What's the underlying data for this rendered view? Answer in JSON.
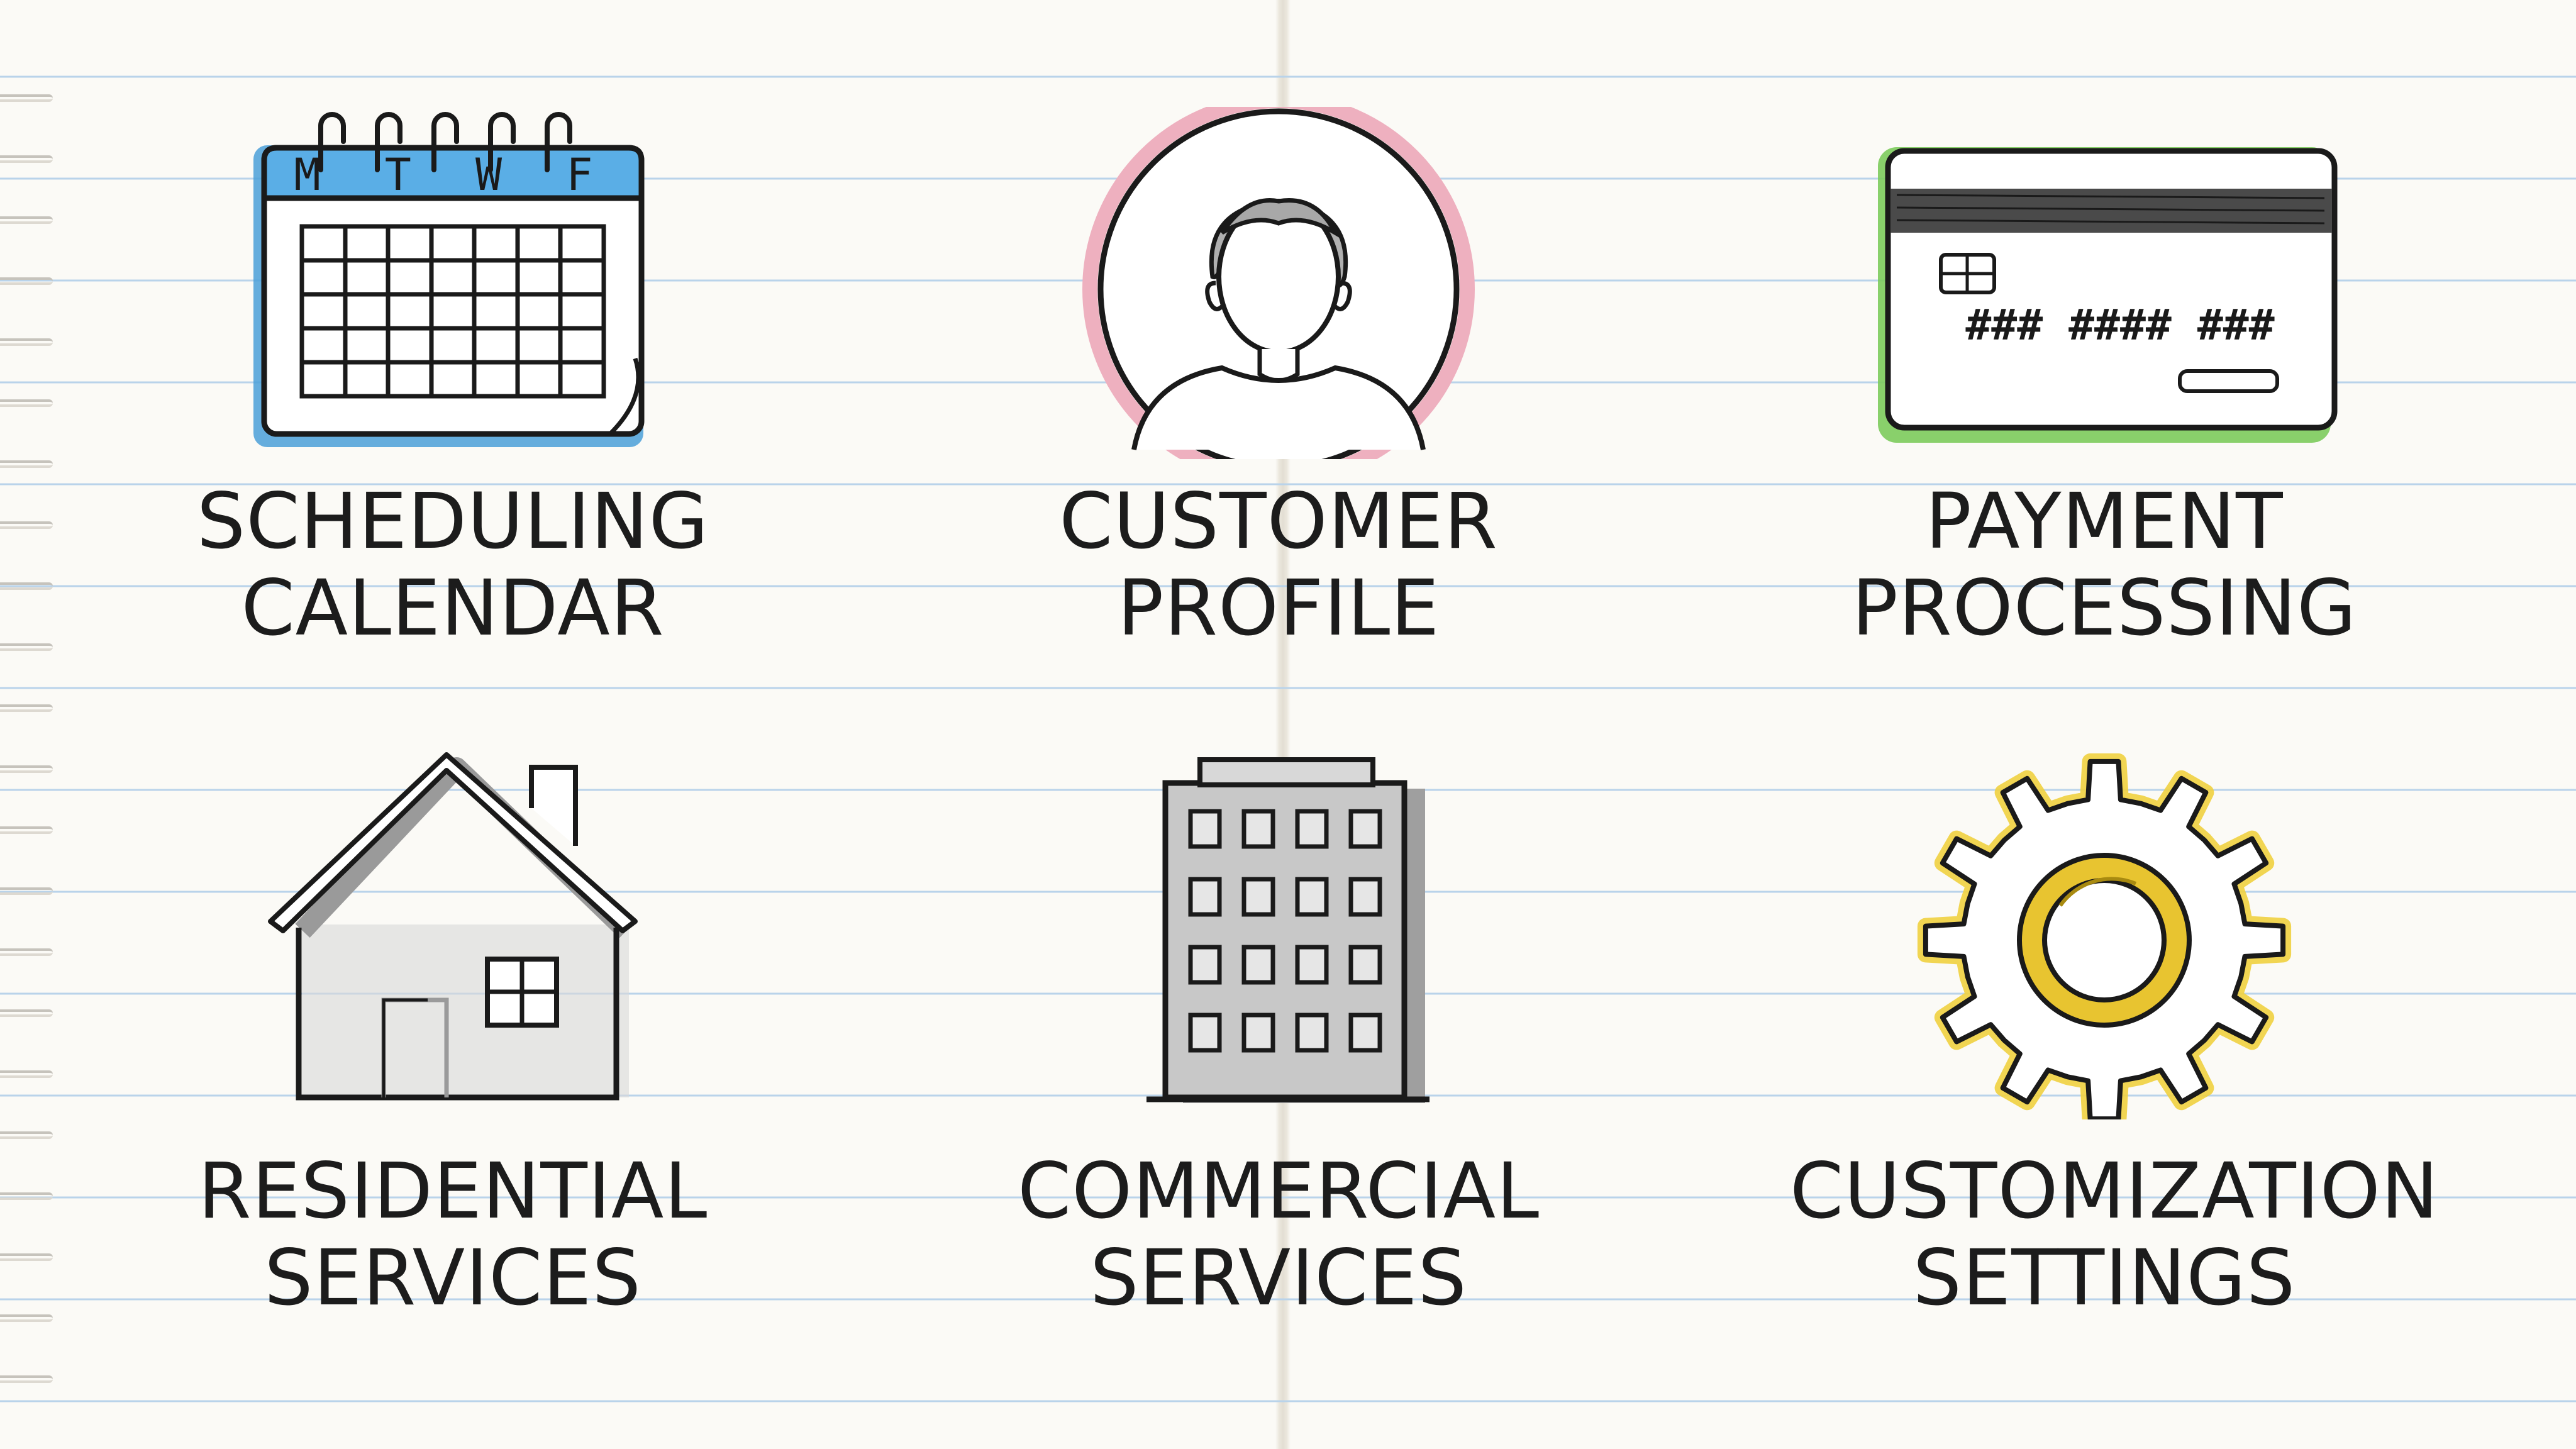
{
  "items": [
    {
      "id": "scheduling-calendar",
      "line1": "SCHEDULING",
      "line2": "CALENDAR",
      "icon": "calendar-icon",
      "accent": "#4a9fd8"
    },
    {
      "id": "customer-profile",
      "line1": "CUSTOMER",
      "line2": "PROFILE",
      "icon": "user-profile-icon",
      "accent": "#e8a4b4"
    },
    {
      "id": "payment-processing",
      "line1": "PAYMENT",
      "line2": "PROCESSING",
      "icon": "credit-card-icon",
      "accent": "#7ccb5c"
    },
    {
      "id": "residential-services",
      "line1": "RESIDENTIAL",
      "line2": "SERVICES",
      "icon": "house-icon",
      "accent": "#9a9a9a"
    },
    {
      "id": "commercial-services",
      "line1": "COMMERCIAL",
      "line2": "SERVICES",
      "icon": "office-building-icon",
      "accent": "#a8a8a8"
    },
    {
      "id": "customization-settings",
      "line1": "CUSTOMIZATION",
      "line2": "SETTINGS",
      "icon": "gear-icon",
      "accent": "#f0c930"
    }
  ],
  "calendar": {
    "days": "M T W F"
  },
  "card": {
    "number": "### #### ###"
  }
}
